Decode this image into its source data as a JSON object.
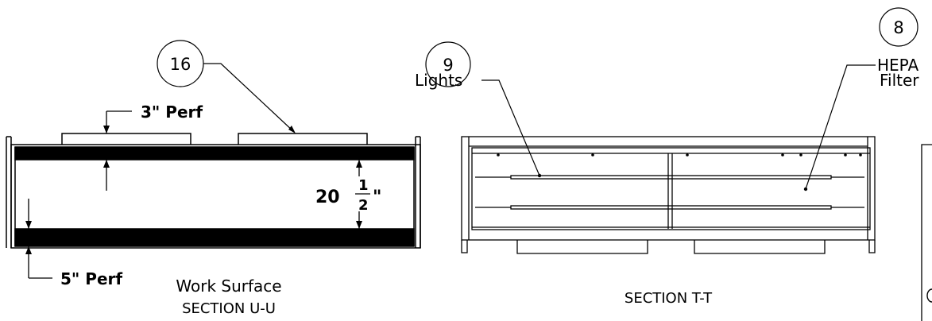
{
  "balloons": {
    "b16": "16",
    "b9": "9",
    "b8": "8"
  },
  "labels": {
    "perf_top": "3\" Perf",
    "perf_bottom": "5\" Perf",
    "dim_whole": "20",
    "dim_num": "1",
    "dim_den": "2",
    "dim_inch": "\"",
    "work_surface": "Work Surface",
    "section_u": "SECTION U-U",
    "lights": "Lights",
    "hepa_line1": "HEPA",
    "hepa_line2": "Filter",
    "section_t": "SECTION T-T"
  }
}
